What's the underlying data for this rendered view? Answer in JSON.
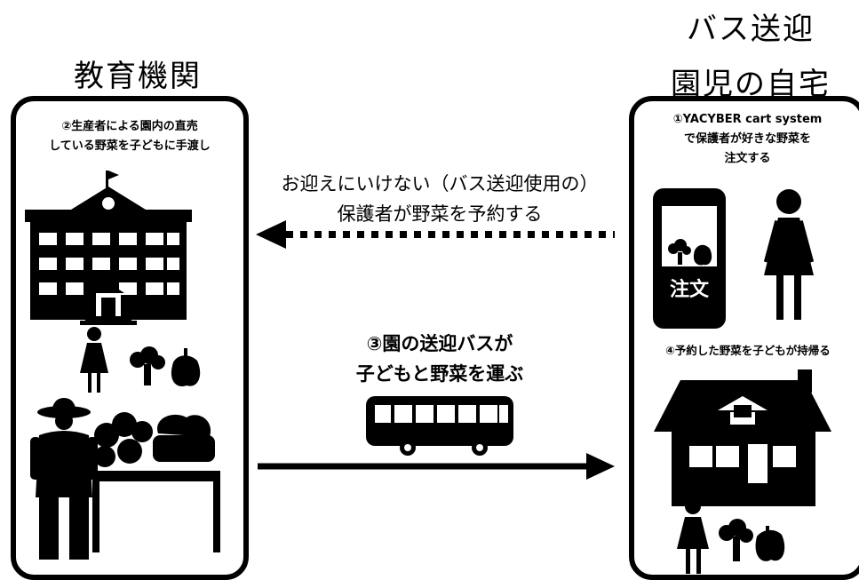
{
  "left_title": "教育機関",
  "right_title_line1": "バス送迎",
  "right_title_line2": "園児の自宅",
  "left_caption_line1": "②生産者による園内の直売",
  "left_caption_line2": "している野菜を子どもに手渡し",
  "right_caption_line1": "①YACYBER cart system",
  "right_caption_line2": "で保護者が好きな野菜を",
  "right_caption_line3": "注文する",
  "phone_label": "注文",
  "right_caption_step4": "④予約した野菜を子どもが持帰る",
  "top_arrow_line1": "お迎えにいけない（バス送迎使用の）",
  "top_arrow_line2": "保護者が野菜を予約する",
  "bottom_arrow_line1": "③園の送迎バスが",
  "bottom_arrow_line2": "子どもと野菜を運ぶ",
  "colors": {
    "ink": "#000000",
    "background": "#ffffff"
  }
}
